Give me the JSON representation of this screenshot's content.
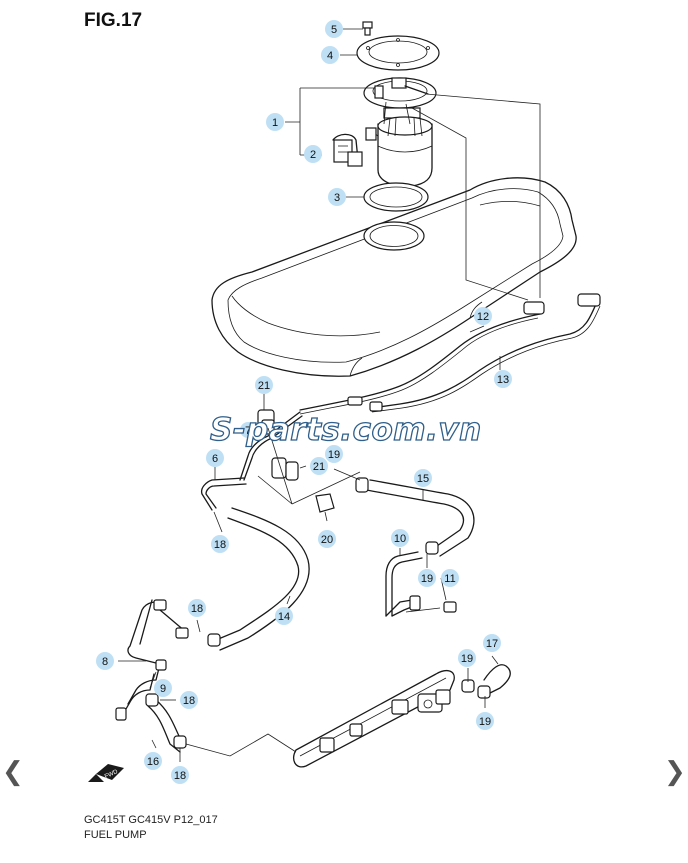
{
  "figure_title": "FIG.17",
  "watermark": "S-parts.com.vn",
  "caption": {
    "model": "GC415T GC415V P12_017",
    "name": "FUEL PUMP"
  },
  "fwd_label": "FWD",
  "nav": {
    "prev_icon": "chevron-left",
    "next_icon": "chevron-right"
  },
  "callout_color": "#bfe0f4",
  "callouts": [
    "5",
    "4",
    "1",
    "2",
    "3",
    "12",
    "13",
    "21",
    "7",
    "21",
    "6",
    "19",
    "15",
    "20",
    "18",
    "10",
    "11",
    "19",
    "18",
    "14",
    "8",
    "9",
    "18",
    "17",
    "19",
    "19",
    "16",
    "18"
  ]
}
